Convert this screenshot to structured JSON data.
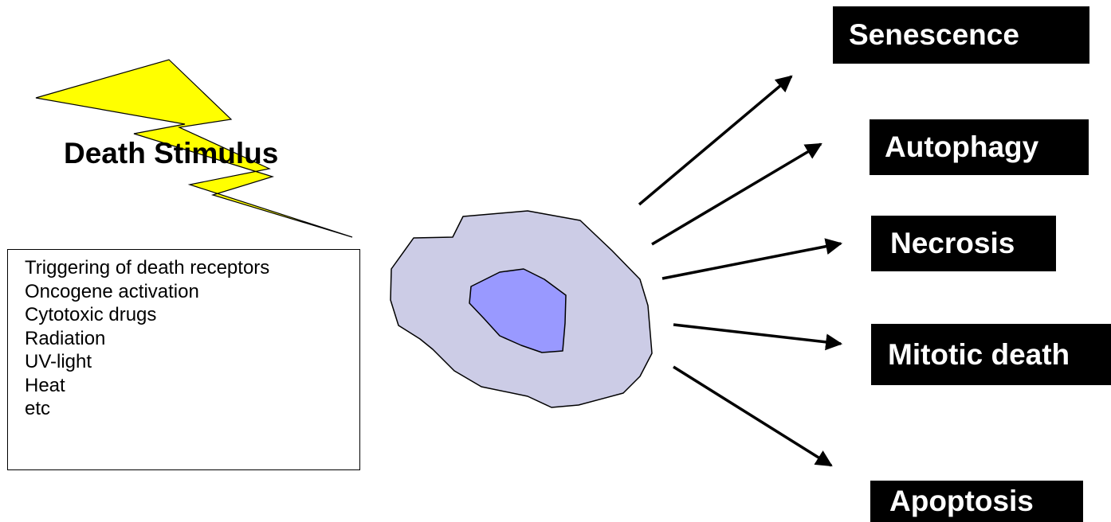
{
  "stimulus": {
    "title": "Death Stimulus",
    "bolt_color": "#ffff00"
  },
  "triggers": [
    "Triggering of death receptors",
    "Oncogene activation",
    "Cytotoxic drugs",
    "Radiation",
    "UV-light",
    "Heat",
    "etc"
  ],
  "cell": {
    "cytoplasm_color": "#cccce6",
    "nucleus_color": "#9999ff"
  },
  "outcomes": [
    "Senescence",
    "Autophagy",
    "Necrosis",
    "Mitotic death",
    "Apoptosis"
  ]
}
